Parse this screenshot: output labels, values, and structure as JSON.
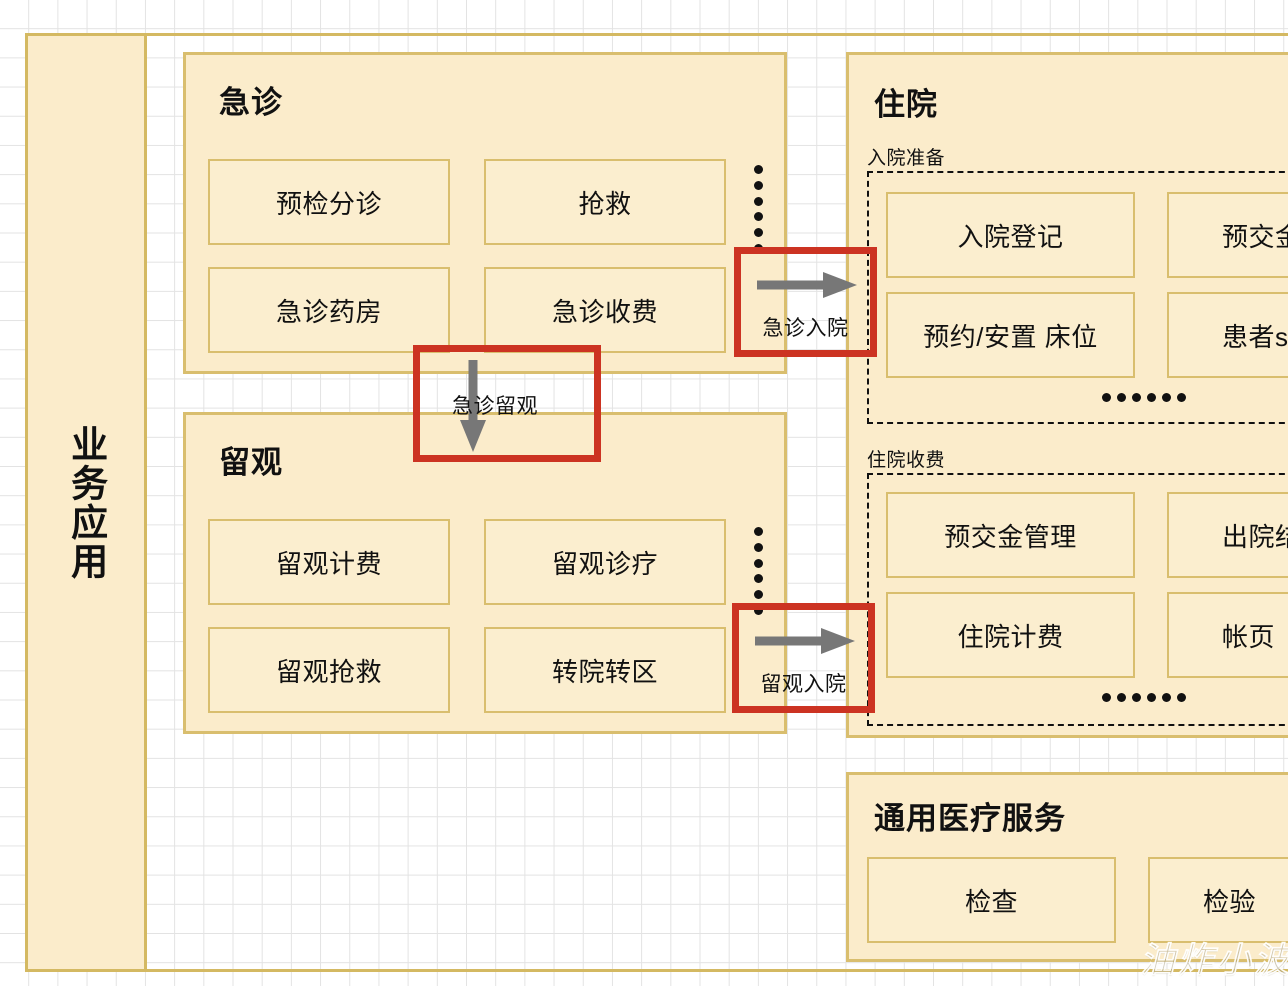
{
  "sidebar": {
    "label": "业务应用"
  },
  "panels": {
    "emergency": {
      "title": "急诊",
      "modules": [
        "预检分诊",
        "抢救",
        "急诊药房",
        "急诊收费"
      ],
      "more_indicator": "⋮"
    },
    "observation": {
      "title": "留观",
      "modules": [
        "留观计费",
        "留观诊疗",
        "留观抢救",
        "转院转区"
      ],
      "more_indicator": "⋮"
    },
    "inpatient": {
      "title": "住院",
      "groups": [
        {
          "label": "入院准备",
          "modules": [
            "入院登记",
            "预交金",
            "预约/安置 床位",
            "患者s"
          ],
          "more_indicator": "······"
        },
        {
          "label": "住院收费",
          "modules": [
            "预交金管理",
            "出院结",
            "住院计费",
            "帐页"
          ],
          "more_indicator": "······"
        }
      ]
    },
    "general_medical": {
      "title": "通用医疗服务",
      "modules": [
        "检查",
        "检验"
      ]
    }
  },
  "flows": [
    {
      "name": "emergency-admission",
      "label": "急诊入院",
      "direction": "right"
    },
    {
      "name": "emergency-observation",
      "label": "急诊留观",
      "direction": "down"
    },
    {
      "name": "observation-admission",
      "label": "留观入院",
      "direction": "right"
    }
  ],
  "watermark": {
    "text": "油炸小波"
  },
  "colors": {
    "panel_fill": "#fbeccb",
    "panel_border": "#d9be6e",
    "module_fill": "#fbeecf",
    "module_border": "#d9be6e",
    "highlight": "#cc3322",
    "arrow": "#777777",
    "text": "#111111",
    "grid": "#e3e3e3"
  }
}
